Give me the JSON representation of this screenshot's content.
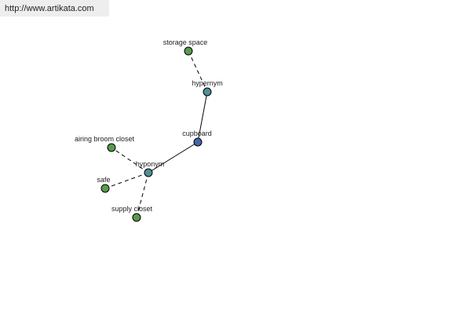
{
  "site": {
    "url": "http://www.artikata.com"
  },
  "colors": {
    "leaf": "#5a9a4e",
    "relation": "#4f8f95",
    "center": "#4466aa",
    "edge": "#000000"
  },
  "nodes": [
    {
      "id": "storage-space",
      "label": "storage space",
      "type": "leaf"
    },
    {
      "id": "hypernym",
      "label": "hypernym",
      "type": "relation"
    },
    {
      "id": "cupboard",
      "label": "cupboard",
      "type": "center"
    },
    {
      "id": "hyponym",
      "label": "hyponym",
      "type": "relation"
    },
    {
      "id": "airing-broom-closet",
      "label": "airing broom closet",
      "type": "leaf"
    },
    {
      "id": "safe",
      "label": "safe",
      "type": "leaf"
    },
    {
      "id": "supply-closet",
      "label": "supply closet",
      "type": "leaf"
    }
  ],
  "edges": [
    {
      "from": "storage-space",
      "to": "hypernym",
      "style": "dashed"
    },
    {
      "from": "hypernym",
      "to": "cupboard",
      "style": "solid"
    },
    {
      "from": "cupboard",
      "to": "hyponym",
      "style": "solid"
    },
    {
      "from": "hyponym",
      "to": "airing-broom-closet",
      "style": "dashed"
    },
    {
      "from": "hyponym",
      "to": "safe",
      "style": "dashed"
    },
    {
      "from": "hyponym",
      "to": "supply-closet",
      "style": "dashed"
    }
  ]
}
